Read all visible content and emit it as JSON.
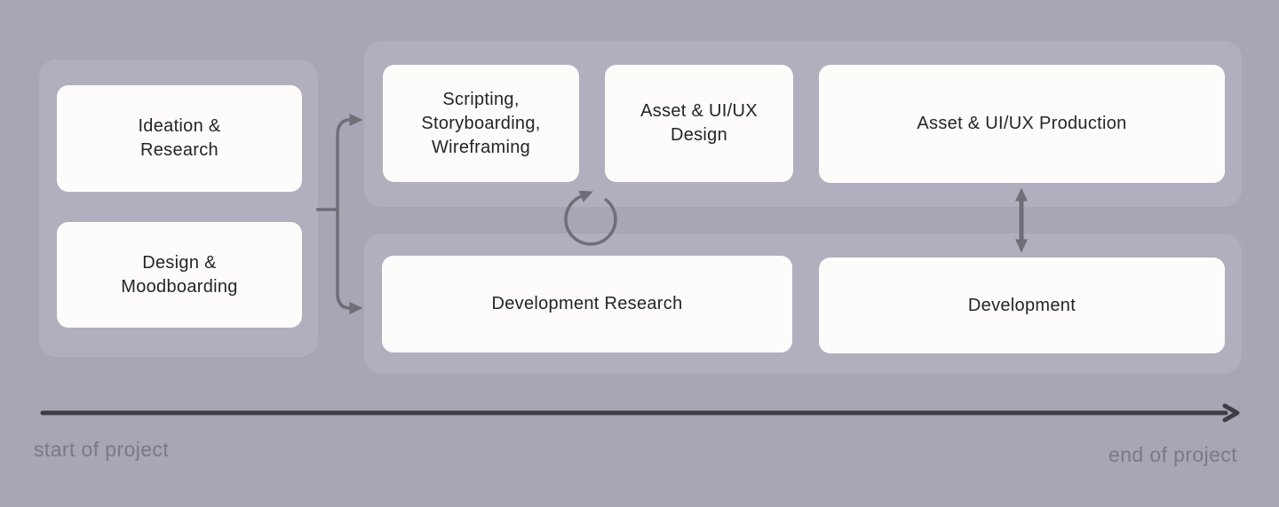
{
  "colors": {
    "background": "#a8a6b5",
    "group_panel": "#b1afbd",
    "card": "#fdfcfa",
    "card_text": "#242428",
    "connector_arrow": "#6f6d76",
    "timeline_arrow": "#3e3d44",
    "timeline_label": "#7b7983"
  },
  "stages": {
    "ideation": "Ideation &\nResearch",
    "design": "Design &\nMoodboarding",
    "scripting": "Scripting,\nStoryboarding,\nWireframing",
    "asset_design": "Asset & UI/UX\nDesign",
    "asset_production": "Asset & UI/UX Production",
    "development_research": "Development Research",
    "development": "Development"
  },
  "timeline": {
    "start_label": "start of project",
    "end_label": "end of project"
  },
  "icons": {
    "branch_arrow": "⑂ fork into two phases",
    "loop_arrow": "↻ iterate loop",
    "bidirectional_arrow": "↕ back-and-forth",
    "timeline_arrow": "→ time direction"
  }
}
